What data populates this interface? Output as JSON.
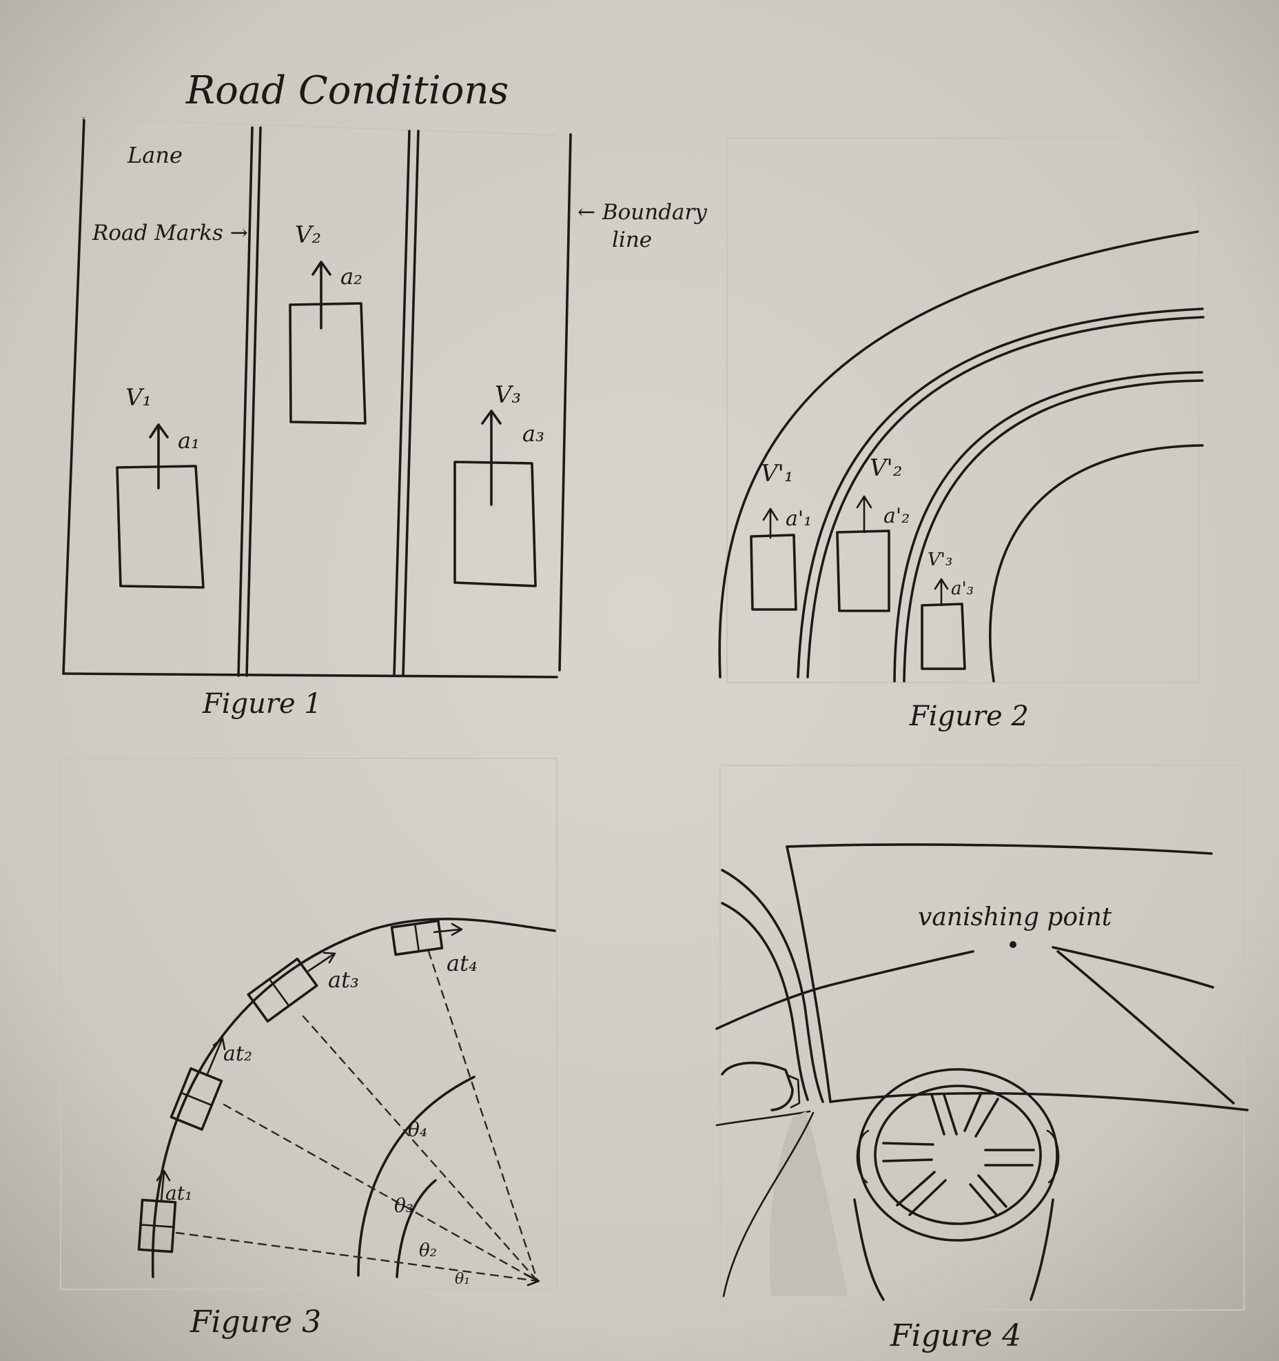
{
  "title": "Road Conditions",
  "figure1": {
    "caption": "Figure 1",
    "labels": {
      "lane": "Lane",
      "road_marks": "Road Marks →",
      "boundary_line_1": "← Boundary",
      "boundary_line_2": "line",
      "v1": "V₁",
      "a1": "a₁",
      "v2": "V₂",
      "a2": "a₂",
      "v3": "V₃",
      "a3": "a₃"
    }
  },
  "figure2": {
    "caption": "Figure 2",
    "labels": {
      "v1": "V'₁",
      "a1": "a'₁",
      "v2": "V'₂",
      "a2": "a'₂",
      "v3": "V'₃",
      "a3": "a'₃"
    }
  },
  "figure3": {
    "caption": "Figure 3",
    "labels": {
      "at1": "at₁",
      "at2": "at₂",
      "at3": "at₃",
      "at4": "at₄",
      "theta4": "θ₄",
      "theta3": "θ₃",
      "theta2": "θ₂",
      "theta1": "θ₁"
    }
  },
  "figure4": {
    "caption": "Figure 4",
    "labels": {
      "vanishing_point": "vanishing point"
    }
  }
}
